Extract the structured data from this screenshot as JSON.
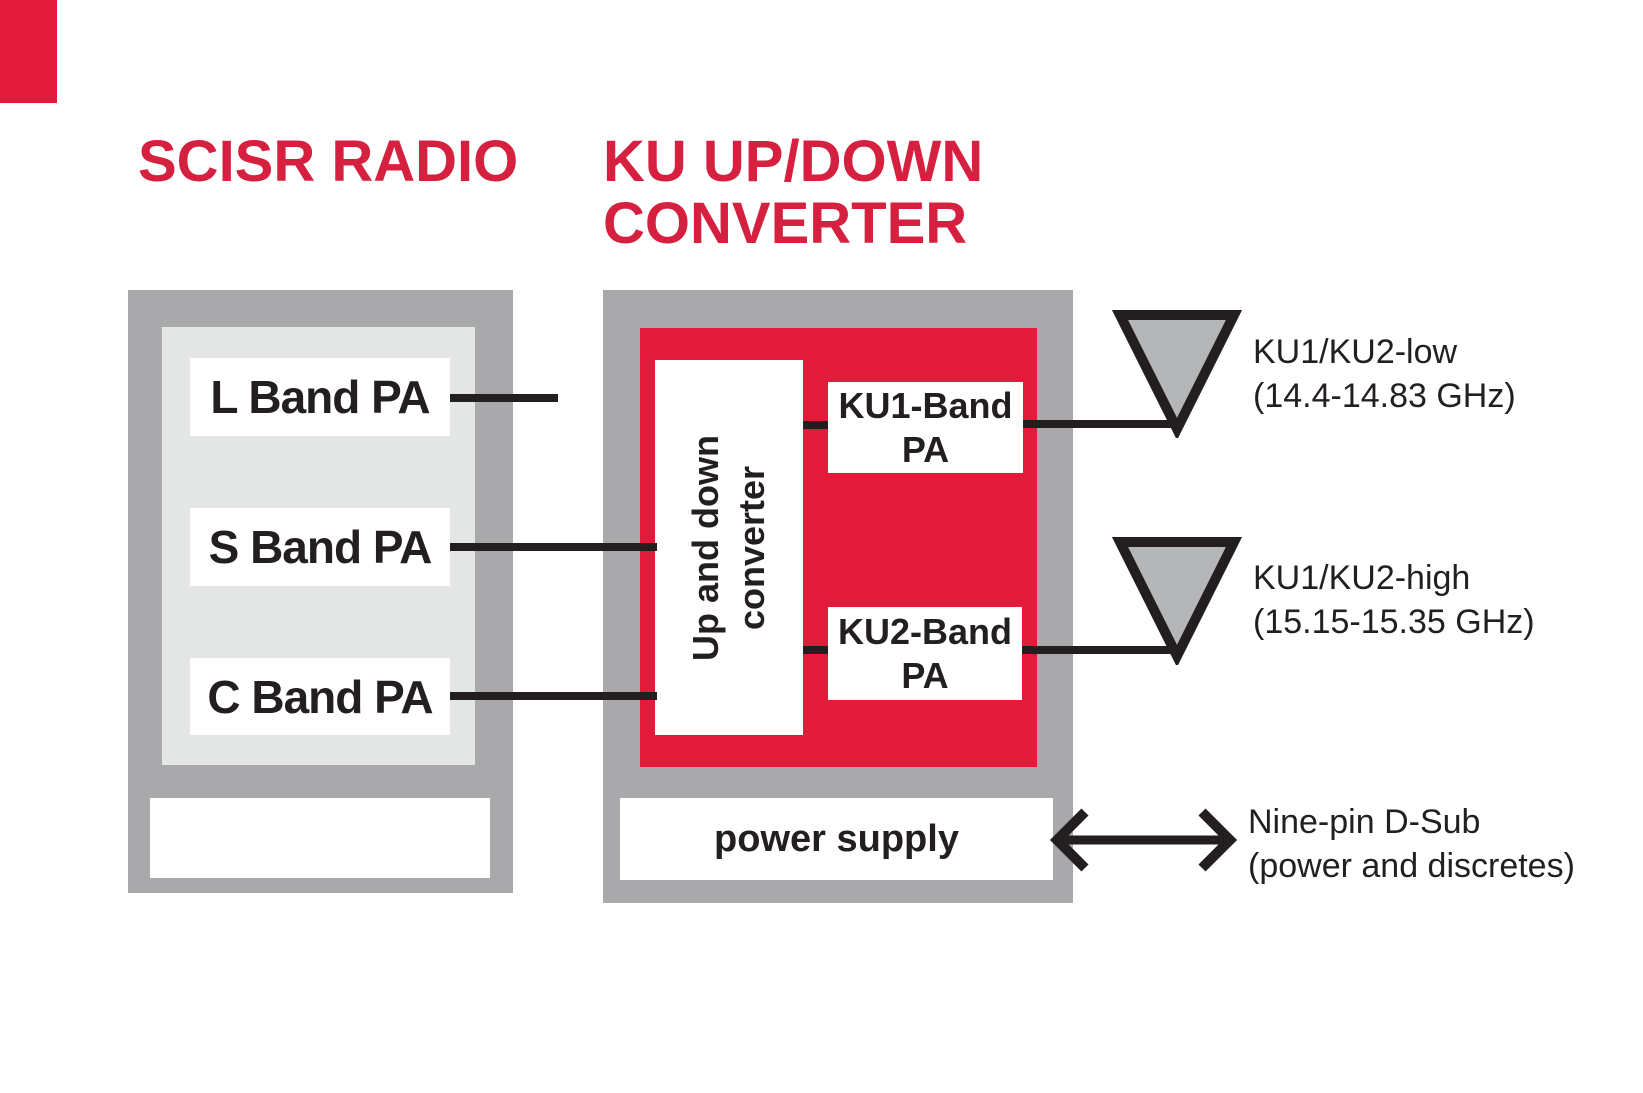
{
  "colors": {
    "page_bg": "#ffffff",
    "red_title": "#d5203f",
    "red_box": "#e21b3a",
    "gray_frame": "#a9a9ab",
    "gray_panel": "#e4e6e5",
    "gray_antenna": "#b4b6b8",
    "ink": "#231f20"
  },
  "scisr": {
    "title": "SCISR RADIO",
    "modules": [
      "L Band PA",
      "S Band PA",
      "C Band PA"
    ]
  },
  "ku": {
    "title_line1": "KU UP/DOWN",
    "title_line2": "CONVERTER",
    "converter_line1": "Up and down",
    "converter_line2": "converter",
    "ku1_line1": "KU1-Band",
    "ku1_line2": "PA",
    "ku2_line1": "KU2-Band",
    "ku2_line2": "PA",
    "power_supply": "power supply"
  },
  "antenna_outputs": [
    {
      "name": "KU1/KU2-low",
      "range": "(14.4-14.83 GHz)"
    },
    {
      "name": "KU1/KU2-high",
      "range": "(15.15-15.35 GHz)"
    }
  ],
  "dsub": {
    "line1": "Nine-pin D-Sub",
    "line2": "(power and discretes)"
  }
}
